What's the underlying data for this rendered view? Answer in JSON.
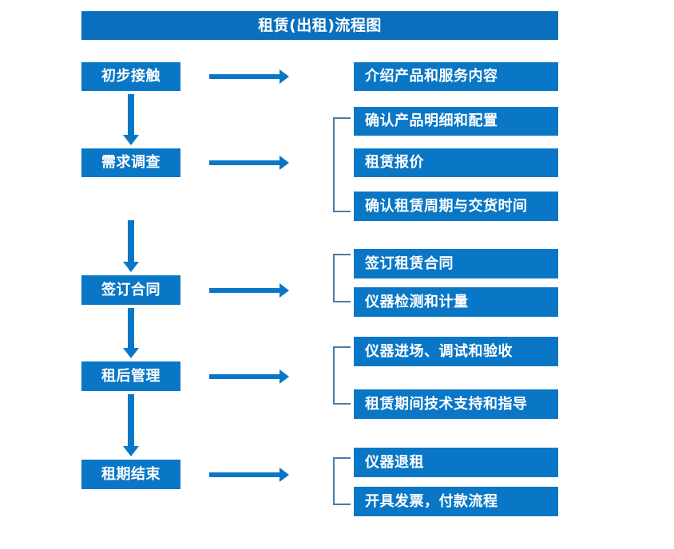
{
  "diagram": {
    "title": "租赁(出租)流程图",
    "accent_color": "#0a77c6",
    "bracket_color": "#4a7ba7",
    "text_color": "#ffffff",
    "background_color": "#ffffff",
    "stages": [
      {
        "label": "初步接触"
      },
      {
        "label": "需求调查"
      },
      {
        "label": "签订合同"
      },
      {
        "label": "租后管理"
      },
      {
        "label": "租期结束"
      }
    ],
    "details": [
      {
        "label": "介绍产品和服务内容"
      },
      {
        "label": "确认产品明细和配置"
      },
      {
        "label": "租赁报价"
      },
      {
        "label": "确认租赁周期与交货时间"
      },
      {
        "label": "签订租赁合同"
      },
      {
        "label": "仪器检测和计量"
      },
      {
        "label": "仪器进场、调试和验收"
      },
      {
        "label": "租赁期间技术支持和指导"
      },
      {
        "label": "仪器退租"
      },
      {
        "label": "开具发票，付款流程"
      }
    ],
    "connectors": {
      "horizontal_arrow_name": "stage-to-detail-arrow",
      "vertical_arrow_name": "stage-flow-arrow",
      "bracket_name": "detail-group-bracket"
    }
  }
}
